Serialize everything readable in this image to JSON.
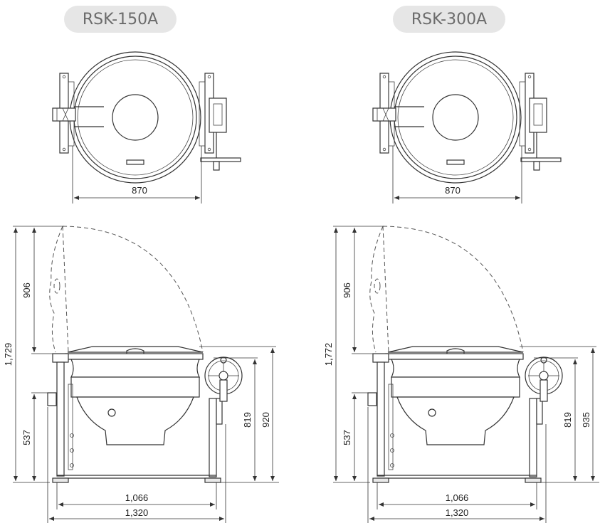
{
  "models": [
    {
      "name": "RSK-150A",
      "top_width": "870",
      "total_height": "1,729",
      "lid_height": "906",
      "leg_height": "537",
      "rim_height": "819",
      "top_height": "920",
      "inner_width": "1,066",
      "outer_width": "1,320"
    },
    {
      "name": "RSK-300A",
      "top_width": "870",
      "total_height": "1,772",
      "lid_height": "906",
      "leg_height": "537",
      "rim_height": "819",
      "top_height": "935",
      "inner_width": "1,066",
      "outer_width": "1,320"
    }
  ]
}
